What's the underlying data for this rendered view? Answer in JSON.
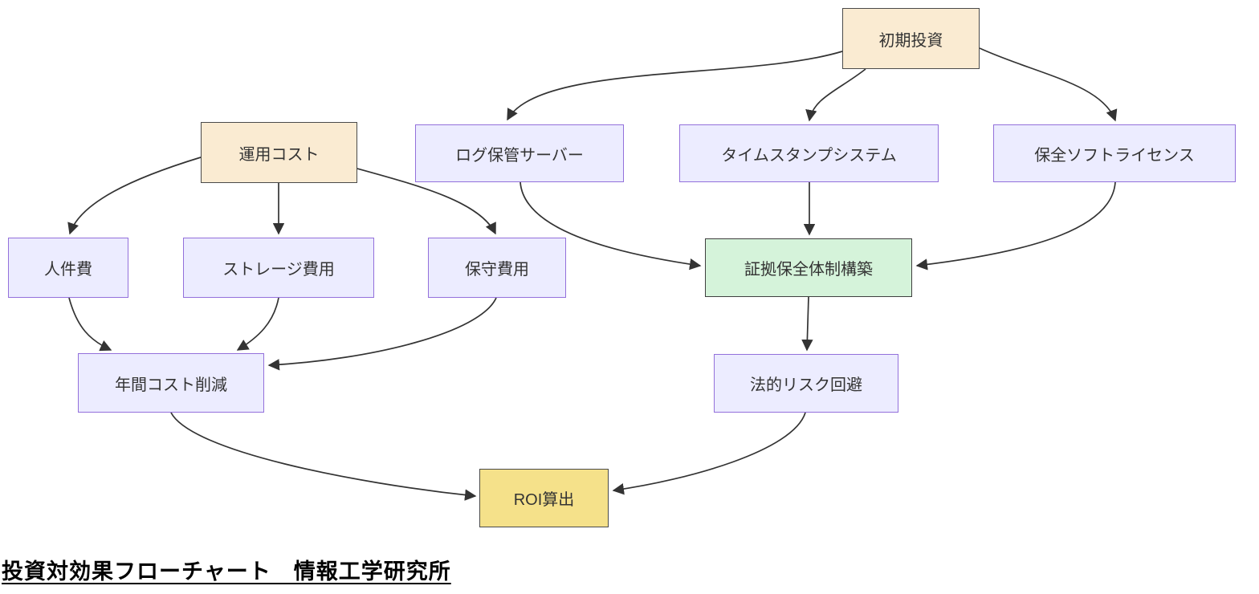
{
  "diagram": {
    "type": "flowchart",
    "caption": "投資対効果フローチャート　情報工学研究所",
    "nodes": {
      "initial_investment": {
        "label": "初期投資"
      },
      "operating_cost": {
        "label": "運用コスト"
      },
      "log_server": {
        "label": "ログ保管サーバー"
      },
      "timestamp_system": {
        "label": "タイムスタンプシステム"
      },
      "preservation_software": {
        "label": "保全ソフトライセンス"
      },
      "personnel_cost": {
        "label": "人件費"
      },
      "storage_cost": {
        "label": "ストレージ費用"
      },
      "maintenance_cost": {
        "label": "保守費用"
      },
      "evidence_system": {
        "label": "証拠保全体制構築"
      },
      "annual_cost_reduction": {
        "label": "年間コスト削減"
      },
      "legal_risk_avoidance": {
        "label": "法的リスク回避"
      },
      "roi_calculation": {
        "label": "ROI算出"
      }
    },
    "edges": [
      {
        "from": "初期投資",
        "to": "ログ保管サーバー"
      },
      {
        "from": "初期投資",
        "to": "タイムスタンプシステム"
      },
      {
        "from": "初期投資",
        "to": "保全ソフトライセンス"
      },
      {
        "from": "運用コスト",
        "to": "人件費"
      },
      {
        "from": "運用コスト",
        "to": "ストレージ費用"
      },
      {
        "from": "運用コスト",
        "to": "保守費用"
      },
      {
        "from": "ログ保管サーバー",
        "to": "証拠保全体制構築"
      },
      {
        "from": "タイムスタンプシステム",
        "to": "証拠保全体制構築"
      },
      {
        "from": "保全ソフトライセンス",
        "to": "証拠保全体制構築"
      },
      {
        "from": "人件費",
        "to": "年間コスト削減"
      },
      {
        "from": "ストレージ費用",
        "to": "年間コスト削減"
      },
      {
        "from": "保守費用",
        "to": "年間コスト削減"
      },
      {
        "from": "証拠保全体制構築",
        "to": "法的リスク回避"
      },
      {
        "from": "年間コスト削減",
        "to": "ROI算出"
      },
      {
        "from": "法的リスク回避",
        "to": "ROI算出"
      }
    ],
    "colors": {
      "cost_node_fill": "#faebd2",
      "cost_node_border": "#4a4a4a",
      "default_node_fill": "#ececff",
      "default_node_border": "#9370db",
      "milestone_fill": "#d5f3da",
      "milestone_border": "#3f3f3f",
      "result_fill": "#f5e18a",
      "result_border": "#4a4a4a",
      "edge_color": "#333333"
    }
  }
}
